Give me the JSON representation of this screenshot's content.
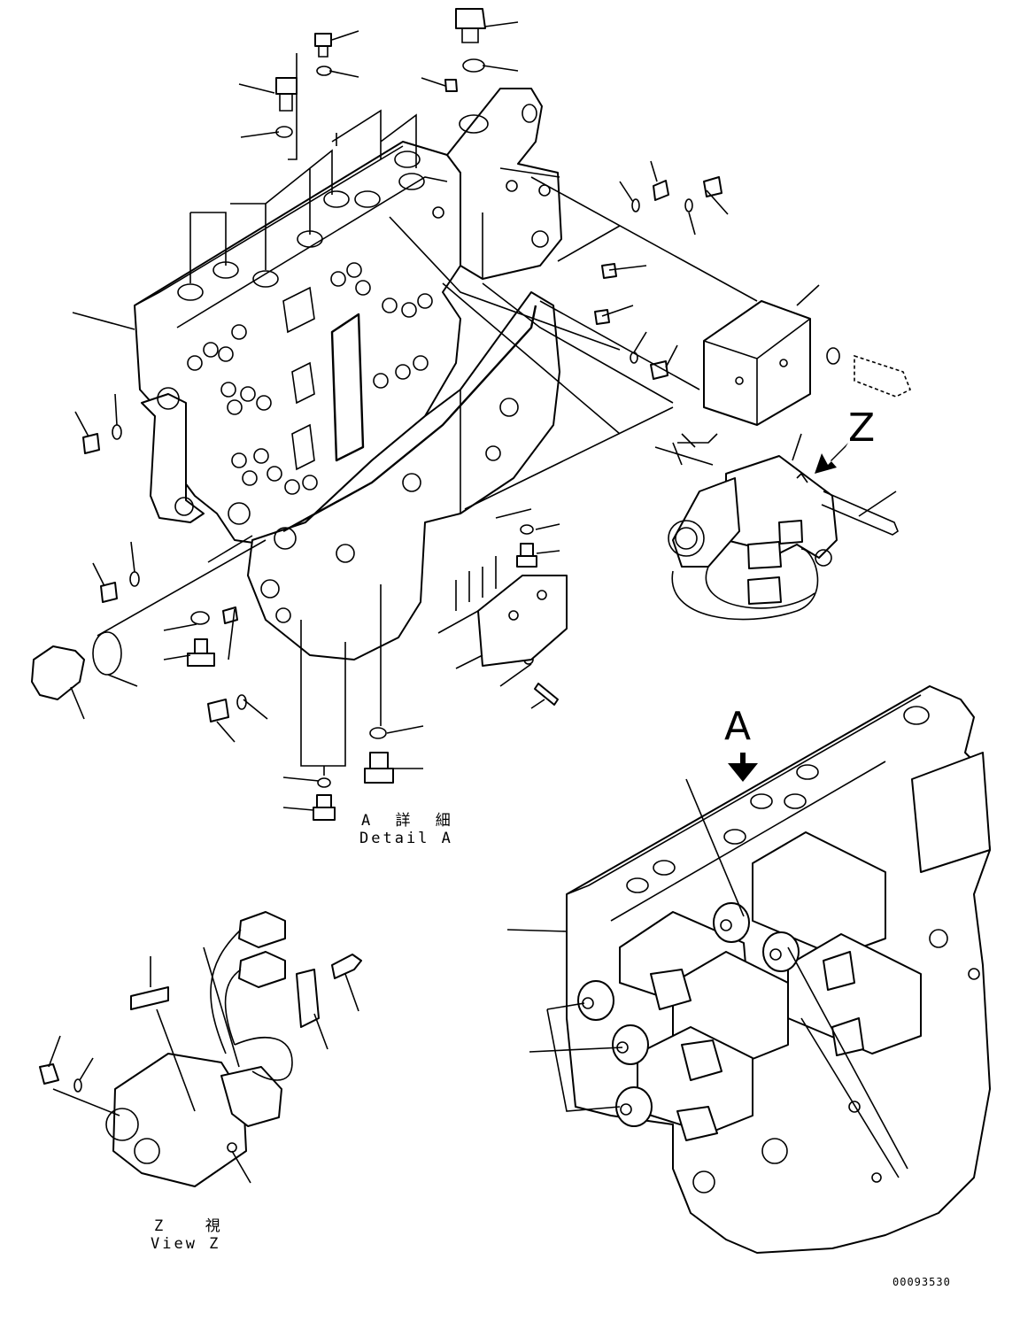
{
  "labels": {
    "view_z_letter": "Z",
    "detail_a_letter": "A",
    "detail_a_jp": "A 詳 細",
    "detail_a_en": "Detail A",
    "view_z_jp": "Z  視",
    "view_z_en": "View Z",
    "drawing_number": "00093530"
  },
  "icons": {
    "view_arrow": "arrow-down-left-icon",
    "detail_arrow": "arrow-down-icon"
  }
}
